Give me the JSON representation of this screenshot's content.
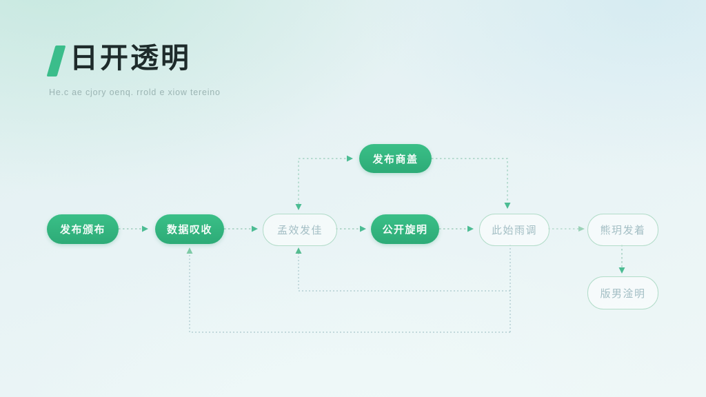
{
  "header": {
    "title": "日开透明",
    "subtitle": "He.c ae cjory oenq. rrold e xiow tereino",
    "accent_color": "#3bbd8b",
    "title_color": "#1e2b2b",
    "subtitle_color": "#9bb4b3"
  },
  "flowchart": {
    "colors": {
      "solid_node_fill": "#31b57e",
      "solid_node_text": "#ffffff",
      "outline_node_border": "#b2dcc9",
      "outline_node_text": "#a3bec4",
      "connector_line": "#9fccbc",
      "feedback_line": "#a7c6ca",
      "arrowhead": "#4cbc93"
    },
    "nodes": [
      {
        "id": "n1",
        "label": "发布颁布",
        "style": "solid"
      },
      {
        "id": "n2",
        "label": "数据叹收",
        "style": "solid"
      },
      {
        "id": "n3",
        "label": "孟效发佳",
        "style": "outline"
      },
      {
        "id": "n4",
        "label": "公开旋明",
        "style": "solid"
      },
      {
        "id": "n5",
        "label": "此始雨调",
        "style": "outline"
      },
      {
        "id": "n6",
        "label": "熊玥发着",
        "style": "outline"
      },
      {
        "id": "n7",
        "label": "版男淦明",
        "style": "outline"
      },
      {
        "id": "n8",
        "label": "发布商盖",
        "style": "solid"
      }
    ],
    "edges": [
      {
        "from": "n1",
        "to": "n2",
        "type": "dashed-arrow"
      },
      {
        "from": "n2",
        "to": "n3",
        "type": "dashed-arrow"
      },
      {
        "from": "n3",
        "to": "n4",
        "type": "dashed-arrow"
      },
      {
        "from": "n4",
        "to": "n5",
        "type": "dashed-arrow"
      },
      {
        "from": "n5",
        "to": "n6",
        "type": "dashed-arrow"
      },
      {
        "from": "n6",
        "to": "n7",
        "type": "dashed-arrow"
      },
      {
        "from": "n3",
        "to": "n8",
        "type": "dashed-elbow-arrow"
      },
      {
        "from": "n8",
        "to": "n3",
        "type": "dashed-elbow-arrow"
      },
      {
        "from": "n8",
        "to": "n5",
        "type": "dashed-elbow-arrow"
      },
      {
        "from": "n5",
        "to": "n3",
        "type": "dashed-feedback-arrow"
      },
      {
        "from": "n5",
        "to": "n2",
        "type": "dashed-feedback-arrow"
      }
    ]
  }
}
